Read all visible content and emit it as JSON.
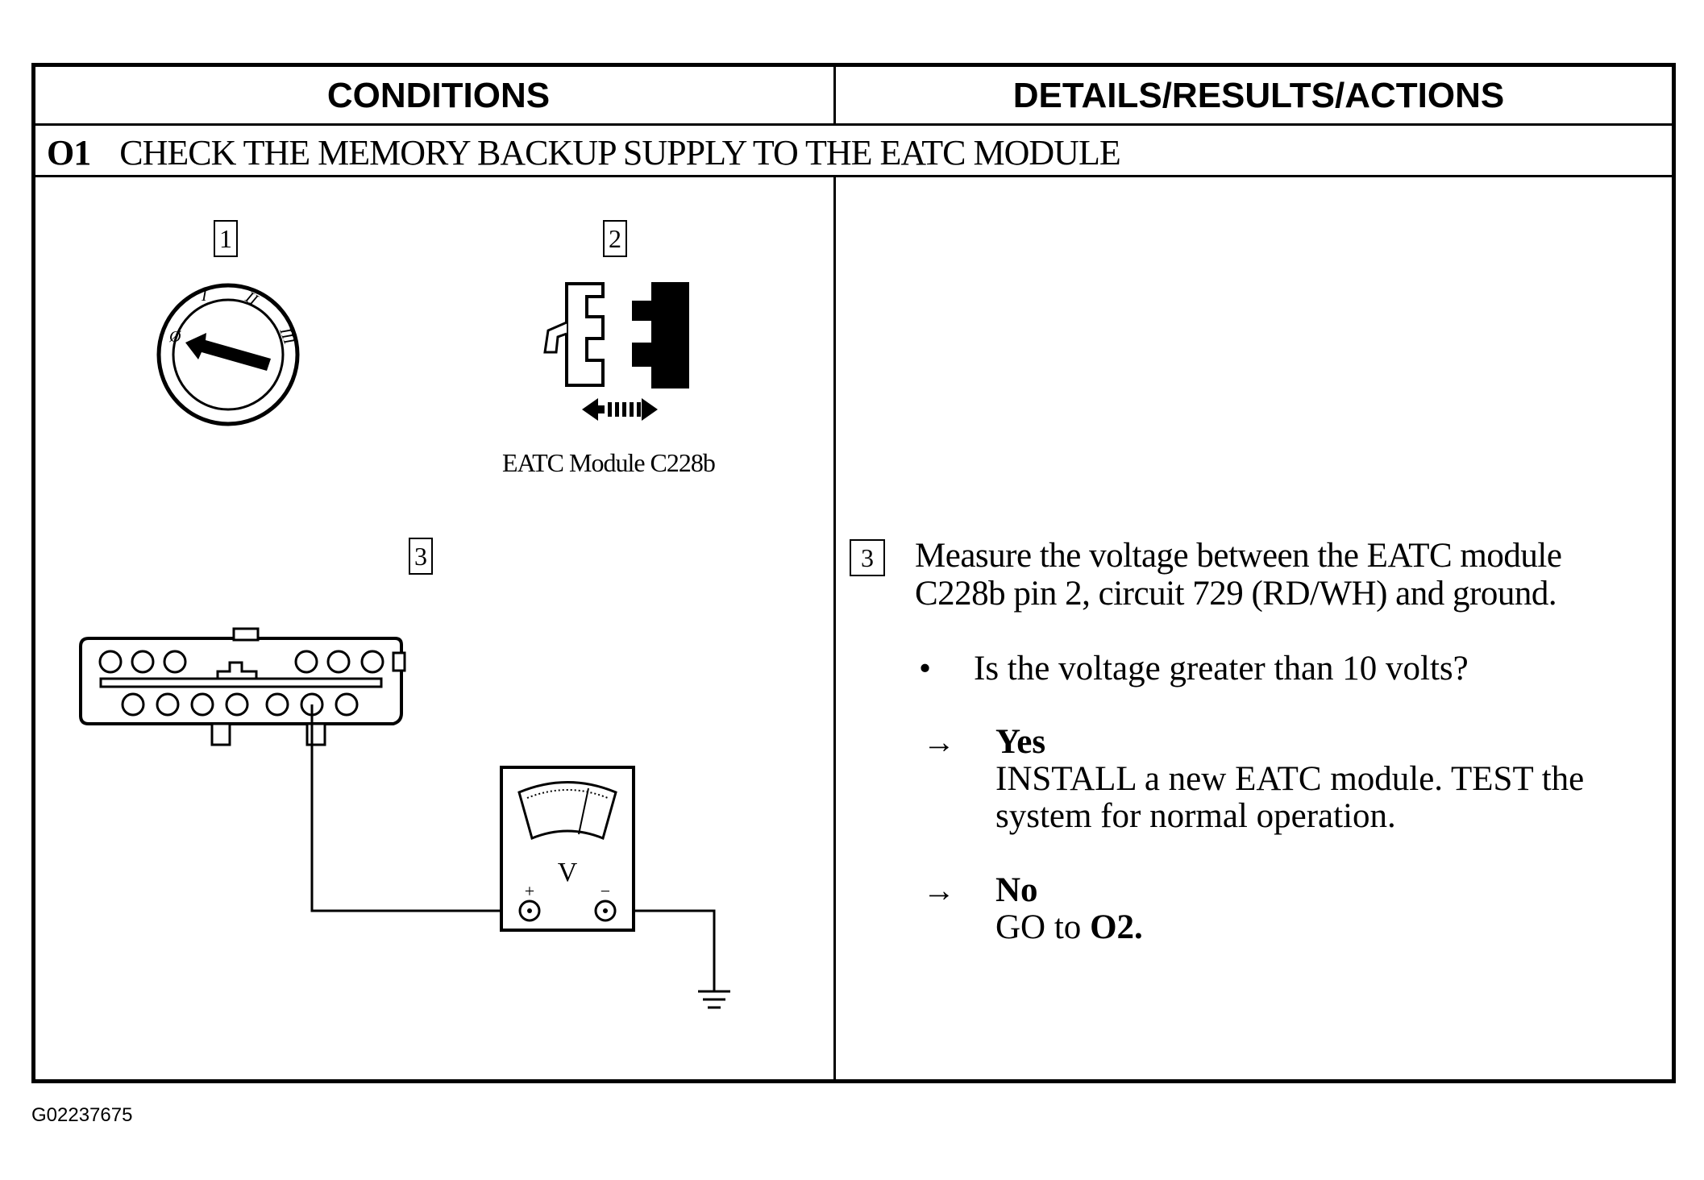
{
  "table": {
    "header_left": "CONDITIONS",
    "header_right": "DETAILS/RESULTS/ACTIONS",
    "step_number": "O1",
    "step_title": "CHECK THE MEMORY BACKUP SUPPLY TO THE EATC MODULE"
  },
  "conditions": {
    "step1_label": "1",
    "step2_label": "2",
    "step3_label": "3",
    "connector_caption": "EATC Module C228b",
    "ignition_positions": [
      "Ø",
      "I",
      "II",
      "III"
    ],
    "meter_unit": "V",
    "meter_plus": "+",
    "meter_minus": "−"
  },
  "details": {
    "step_label": "3",
    "instruction": "Measure the voltage between the EATC module C228b pin 2, circuit 729 (RD/WH) and ground.",
    "question": "Is the voltage greater than 10 volts?",
    "bullet": "•",
    "arrow": "→",
    "yes_label": "Yes",
    "yes_action": "INSTALL a new EATC module. TEST the system for normal operation.",
    "no_label": "No",
    "no_action_prefix": "GO to ",
    "no_action_target": "O2."
  },
  "figure_id": "G02237675"
}
